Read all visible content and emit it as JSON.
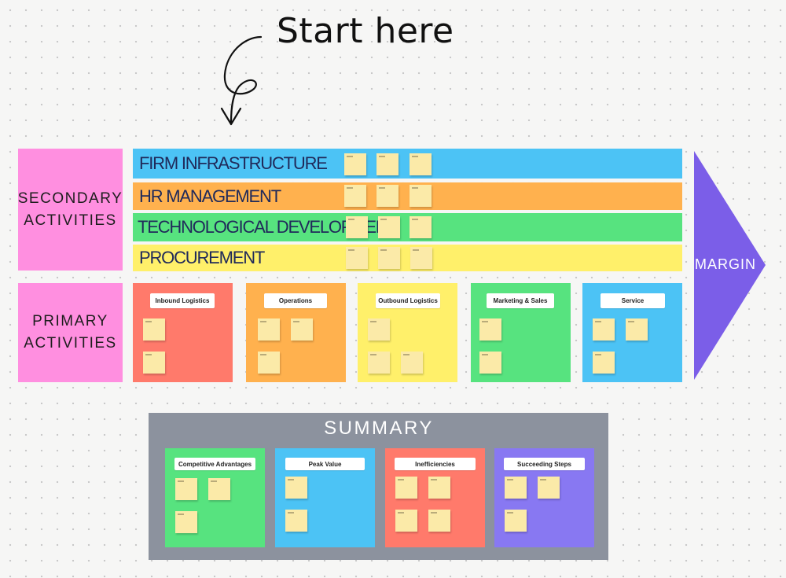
{
  "start": {
    "text": "Start here"
  },
  "secondary": {
    "label": "SECONDARY\nACTIVITIES",
    "bars": [
      {
        "label": "FIRM INFRASTRUCTURE",
        "color": "#4cc3f5"
      },
      {
        "label": "HR MANAGEMENT",
        "color": "#ffb14e"
      },
      {
        "label": "TECHNOLOGICAL DEVELOPMENT",
        "color": "#57e37f"
      },
      {
        "label": "PROCUREMENT",
        "color": "#fff06a"
      }
    ]
  },
  "primary": {
    "label": "PRIMARY\nACTIVITIES",
    "boxes": [
      {
        "title": "Inbound Logistics",
        "color": "#ff7a6b"
      },
      {
        "title": "Operations",
        "color": "#ffb14e"
      },
      {
        "title": "Outbound Logistics",
        "color": "#fff06a"
      },
      {
        "title": "Marketing & Sales",
        "color": "#57e37f"
      },
      {
        "title": "Service",
        "color": "#4cc3f5"
      }
    ]
  },
  "margin": {
    "label": "MARGIN",
    "color": "#7b5ee8"
  },
  "summary": {
    "title": "SUMMARY",
    "background": "#8c929e",
    "boxes": [
      {
        "title": "Competitive Advantages",
        "color": "#57e37f"
      },
      {
        "title": "Peak Value",
        "color": "#4cc3f5"
      },
      {
        "title": "Inefficiencies",
        "color": "#ff7a6b"
      },
      {
        "title": "Succeeding Steps",
        "color": "#8878f2"
      }
    ]
  }
}
